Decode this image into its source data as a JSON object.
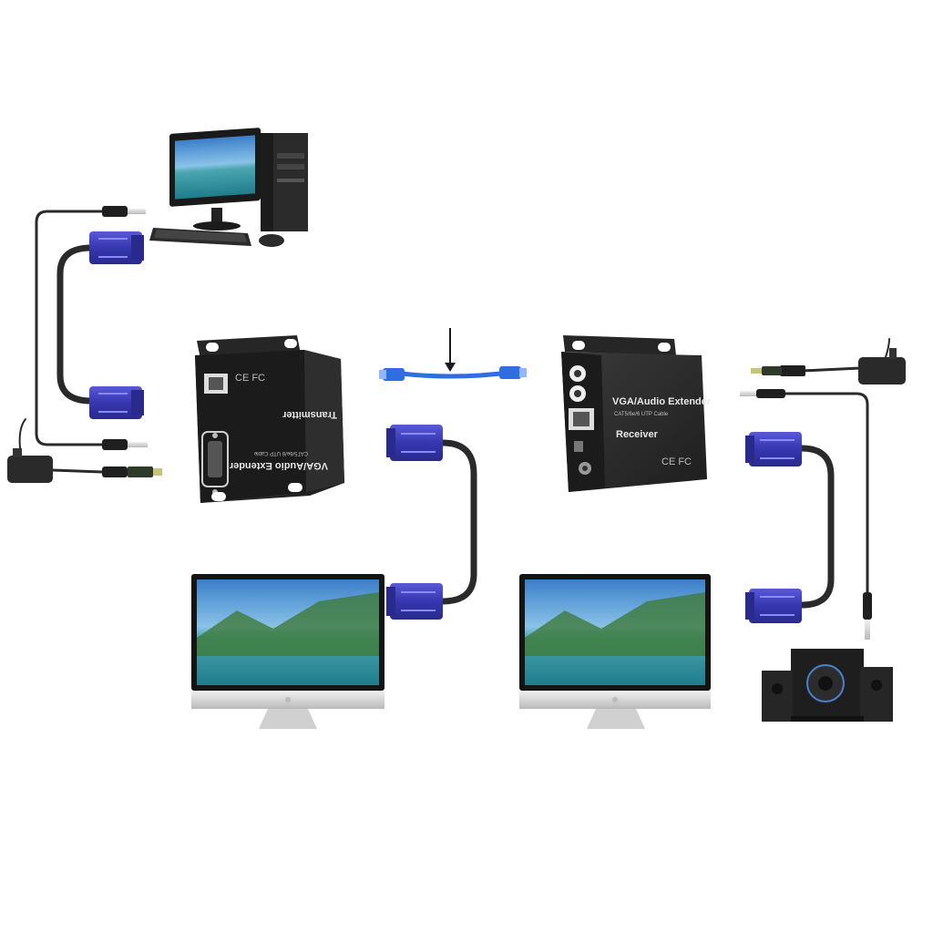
{
  "transmitter": {
    "model": "VGA/Audio Extender",
    "cable": "CAT5/6e/6 UTP Cable",
    "role": "Transmitter",
    "marks": "CE FC"
  },
  "receiver": {
    "model": "VGA/Audio Extender",
    "cable": "CAT5/6e/6 UTP Cable",
    "role": "Receiver",
    "marks": "CE FC"
  },
  "colors": {
    "vga_connector": "#3a3ab4",
    "device_body": "#2b2b2b",
    "cable": "#2a2a2a",
    "ethernet_cable": "#2f6ee0",
    "plug_tip": "#c8c27a"
  },
  "icons": [
    "pc-tower-icon",
    "monitor-icon",
    "speaker-system-icon",
    "power-adapter-icon",
    "vga-connector-icon",
    "audio-plug-icon",
    "rj45-cable-icon"
  ]
}
